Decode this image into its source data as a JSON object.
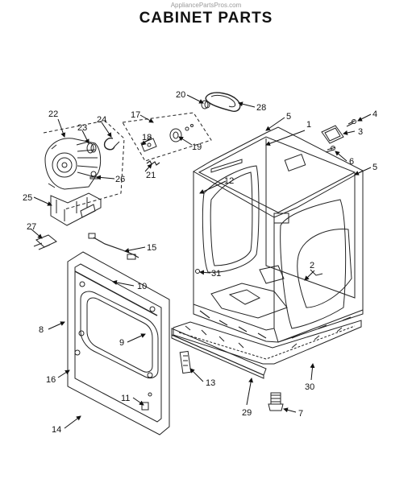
{
  "header": {
    "watermark": "AppliancePartsPros.com",
    "title": "CABINET PARTS"
  },
  "callouts": {
    "c1": "1",
    "c2": "2",
    "c3": "3",
    "c4": "4",
    "c5a": "5",
    "c5b": "5",
    "c6": "6",
    "c7": "7",
    "c8": "8",
    "c9": "9",
    "c10": "10",
    "c11": "11",
    "c12": "12",
    "c13": "13",
    "c14": "14",
    "c15": "15",
    "c16": "16",
    "c17": "17",
    "c18": "18",
    "c19": "19",
    "c20": "20",
    "c21": "21",
    "c22": "22",
    "c23": "23",
    "c24": "24",
    "c25": "25",
    "c26": "26",
    "c27": "27",
    "c28": "28",
    "c29": "29",
    "c30": "30",
    "c31": "31"
  }
}
